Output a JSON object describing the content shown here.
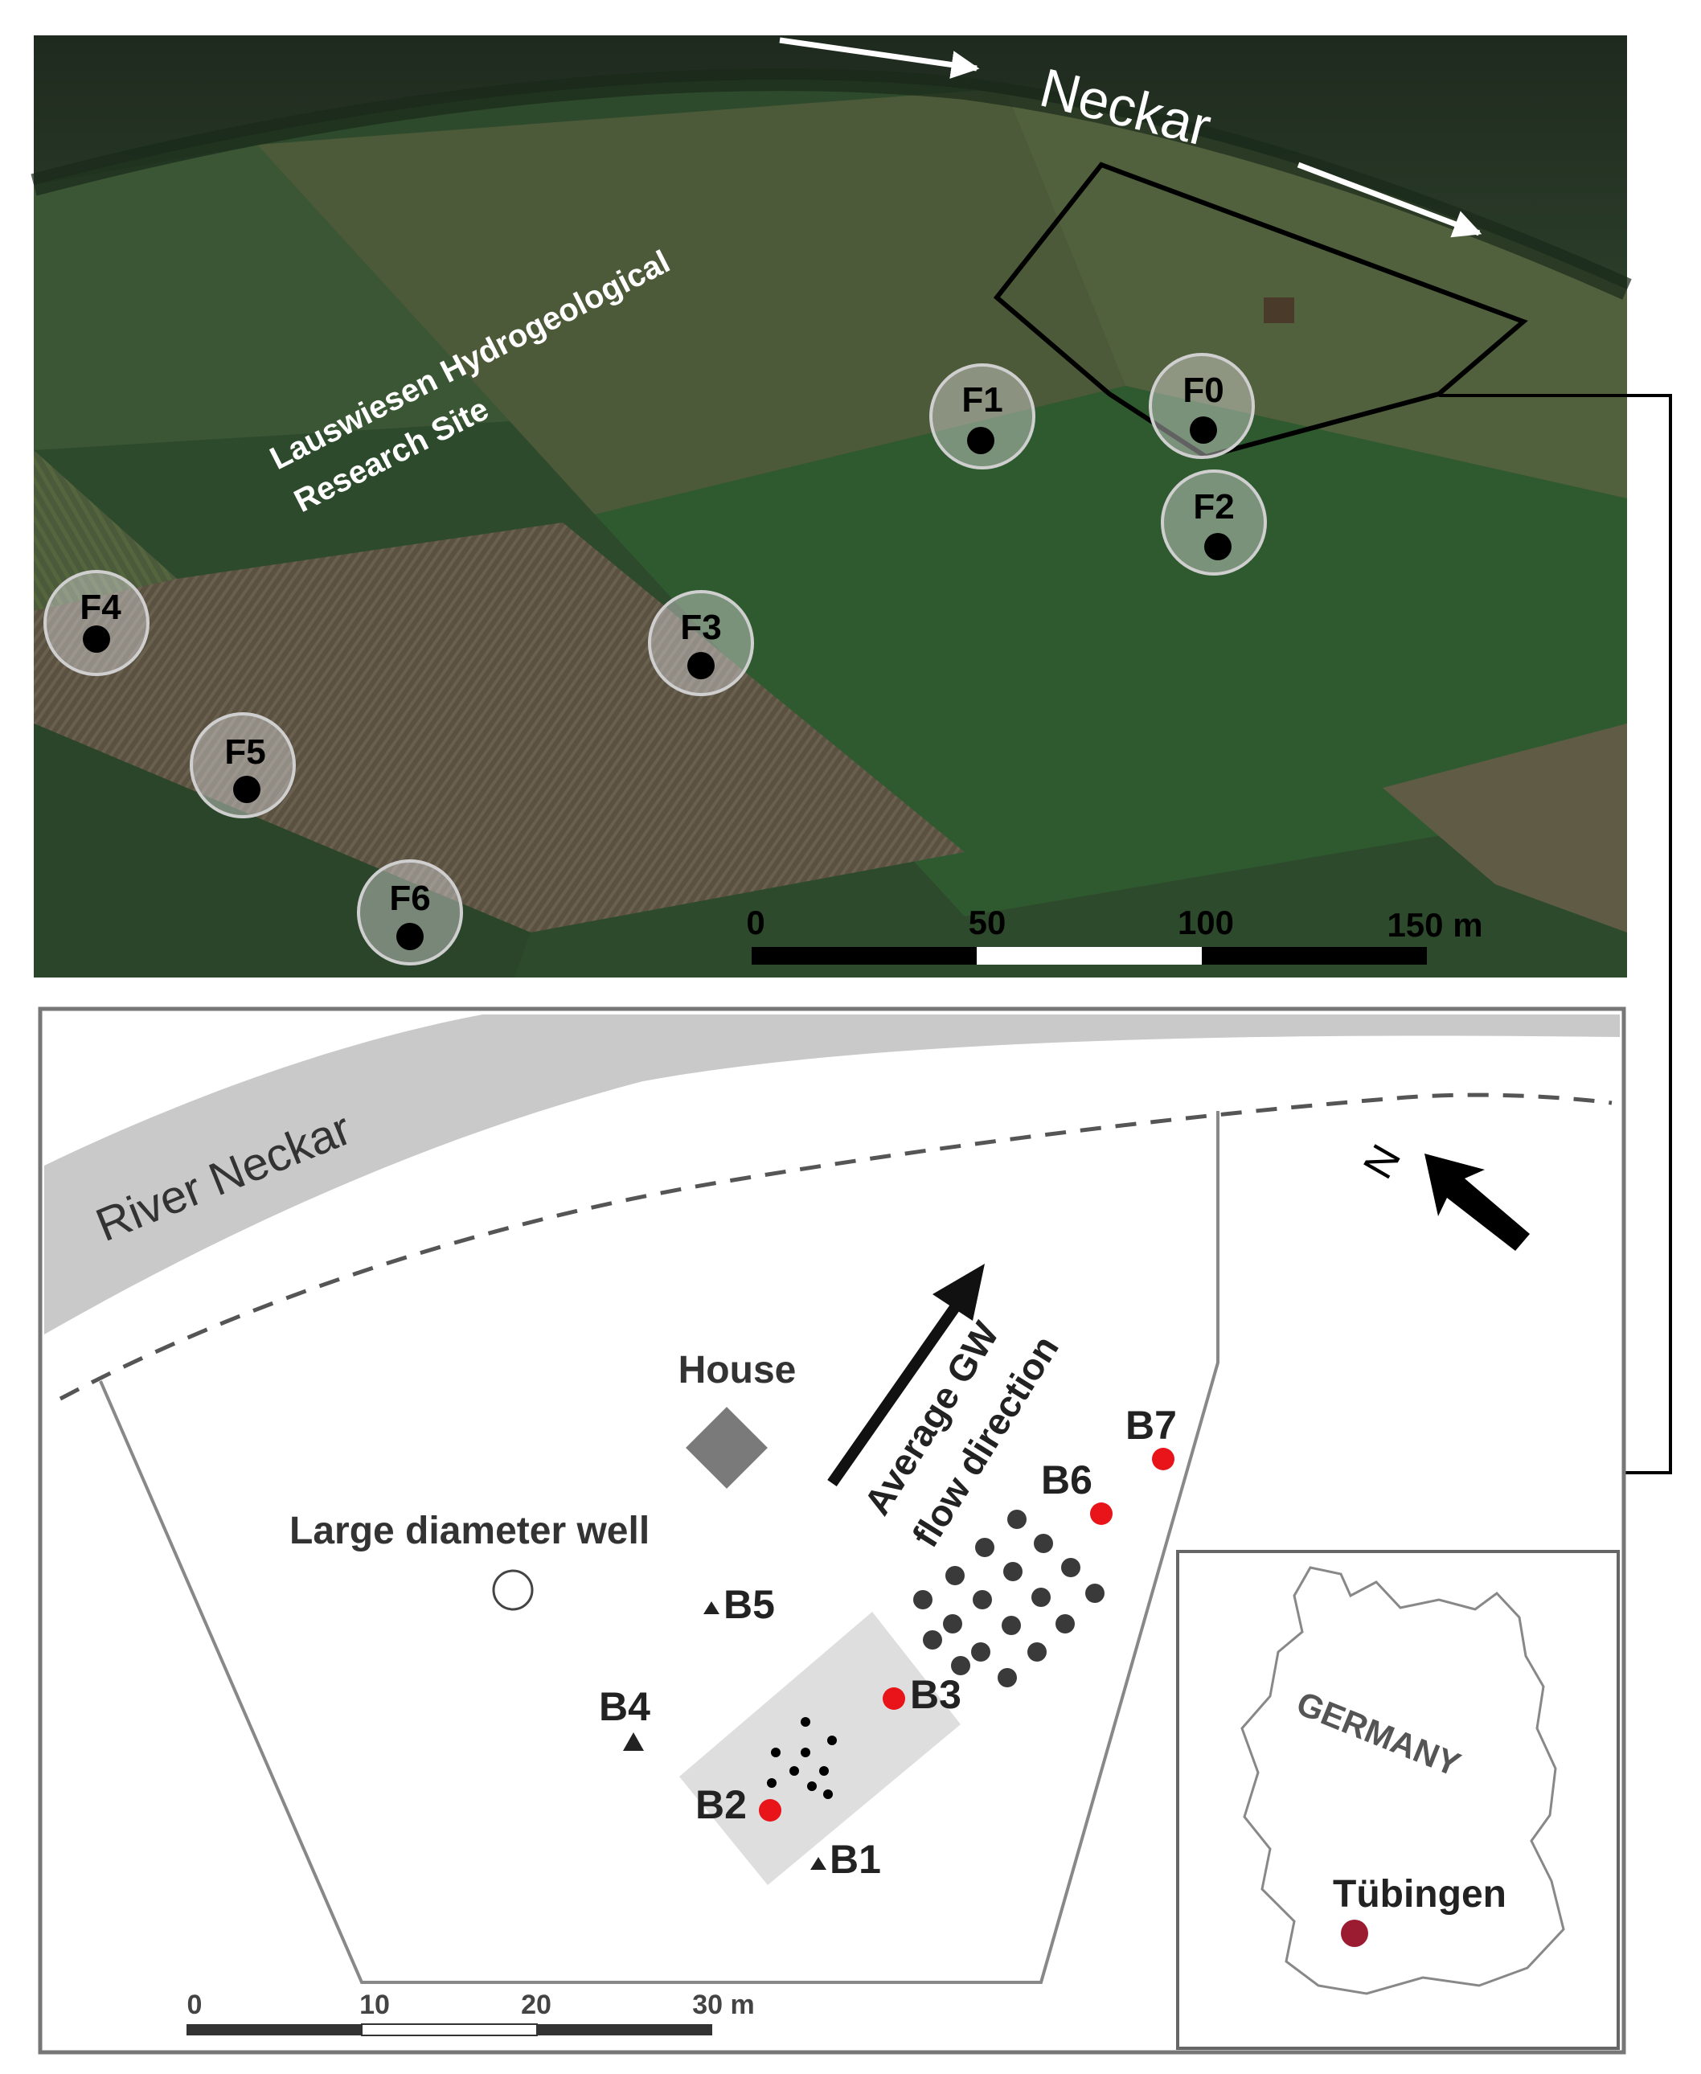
{
  "aerial": {
    "river_label": "Neckar",
    "site_label_line1": "Lauswiesen Hydrogeological",
    "site_label_line2": "Research Site",
    "wells": [
      {
        "id": "F0",
        "label": "F0"
      },
      {
        "id": "F1",
        "label": "F1"
      },
      {
        "id": "F2",
        "label": "F2"
      },
      {
        "id": "F3",
        "label": "F3"
      },
      {
        "id": "F4",
        "label": "F4"
      },
      {
        "id": "F5",
        "label": "F5"
      },
      {
        "id": "F6",
        "label": "F6"
      }
    ],
    "scalebar": {
      "ticks": [
        "0",
        "50",
        "100",
        "150 m"
      ]
    }
  },
  "schematic": {
    "river_label": "River Neckar",
    "north_label": "N",
    "house_label": "House",
    "large_well_label": "Large diameter well",
    "flow_label_line1": "Average GW",
    "flow_label_line2": "flow direction",
    "red_wells": [
      {
        "id": "B2",
        "label": "B2"
      },
      {
        "id": "B3",
        "label": "B3"
      },
      {
        "id": "B6",
        "label": "B6"
      },
      {
        "id": "B7",
        "label": "B7"
      }
    ],
    "triangle_wells": [
      {
        "id": "B1",
        "label": "B1"
      },
      {
        "id": "B4",
        "label": "B4"
      },
      {
        "id": "B5",
        "label": "B5"
      }
    ],
    "scalebar": {
      "ticks": [
        "0",
        "10",
        "20",
        "30 m"
      ]
    }
  },
  "inset": {
    "country_label": "GERMANY",
    "city_label": "Tübingen"
  },
  "colors": {
    "red_well": "#e8141a",
    "city_marker": "#9b1b30",
    "river_gray": "#c9c9c9",
    "field_dark_green": "#2d4a2b"
  }
}
